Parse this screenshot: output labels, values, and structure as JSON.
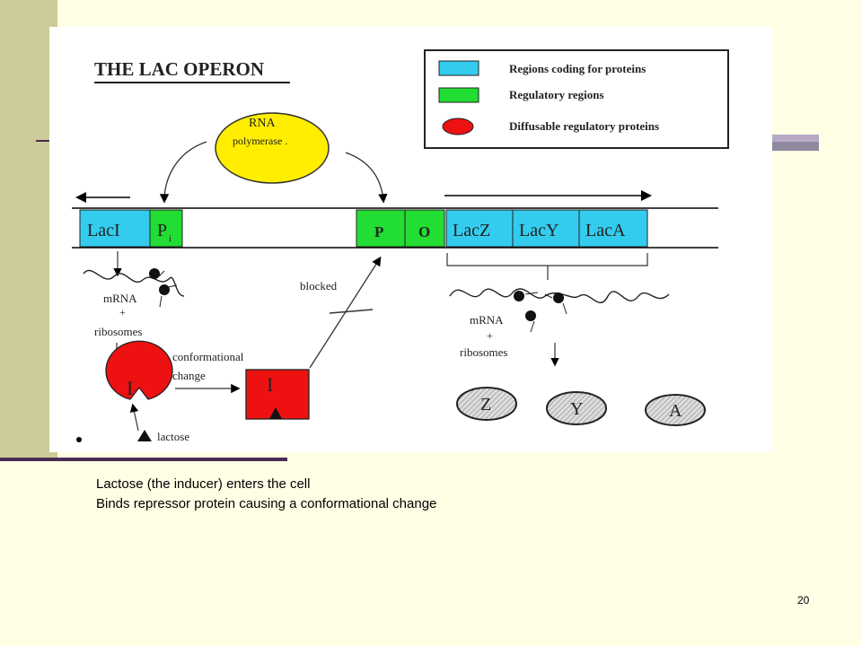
{
  "slide": {
    "page_number": "20",
    "caption": {
      "line1": "Lactose (the inducer) enters the cell",
      "line2": "Binds repressor protein causing a conformational change"
    }
  },
  "diagram": {
    "title": "THE LAC OPERON",
    "legend": [
      {
        "label": "Regions coding for proteins",
        "color": "#33ccee"
      },
      {
        "label": "Regulatory regions",
        "color": "#22dd33"
      },
      {
        "label": "Diffusable regulatory proteins",
        "color": "#ee1111"
      }
    ],
    "rna_polymerase": {
      "line1": "RNA",
      "line2": "polymerase ."
    },
    "genes": {
      "laci": "LacI",
      "pi_main": "P",
      "pi_sub": "i",
      "p": "P",
      "o": "O",
      "lacz": "LacZ",
      "lacy": "LacY",
      "laca": "LacA"
    },
    "labels": {
      "mrna_left": "mRNA",
      "plus_left": "+",
      "ribosomes_left": "ribosomes",
      "blocked": "blocked",
      "conformational": "conformational",
      "change": "change",
      "repressor_i": "I",
      "repressor_i_changed": "I",
      "lactose": "lactose",
      "mrna_right": "mRNA",
      "plus_right": "+",
      "ribosomes_right": "ribosomes",
      "protein_z": "Z",
      "protein_y": "Y",
      "protein_a": "A"
    },
    "colors": {
      "coding": "#33ccee",
      "regulatory": "#22dd33",
      "repressor": "#ee1111",
      "polymerase": "#ffee00",
      "protein": "#cccccc"
    }
  }
}
